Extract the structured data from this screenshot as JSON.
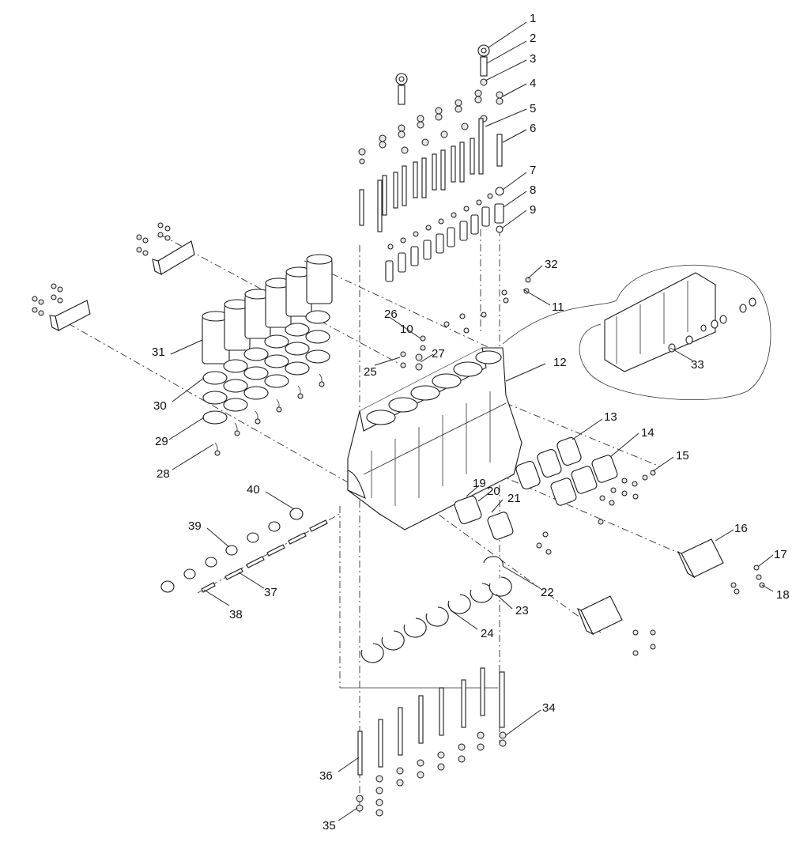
{
  "diagram": {
    "watermark": "",
    "corner_mark": "",
    "callouts": [
      "1",
      "2",
      "3",
      "4",
      "5",
      "6",
      "7",
      "8",
      "9",
      "10",
      "11",
      "12",
      "13",
      "14",
      "15",
      "16",
      "17",
      "18",
      "19",
      "20",
      "21",
      "22",
      "23",
      "24",
      "25",
      "26",
      "27",
      "28",
      "29",
      "30",
      "31",
      "32",
      "33",
      "34",
      "35",
      "36",
      "37",
      "38",
      "39",
      "40"
    ]
  }
}
